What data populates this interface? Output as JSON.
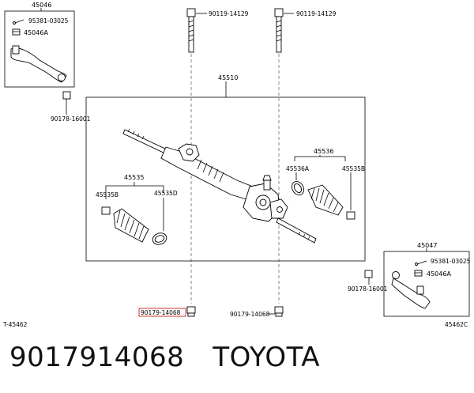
{
  "labels": {
    "p45046": "45046",
    "p95381_a": "95381-03025",
    "p45046a_a": "45046A",
    "p90119_l": "90119-14129",
    "p90119_r": "90119-14129",
    "p45510": "45510",
    "p90178_a": "90178-16001",
    "p45536": "45536",
    "p45536a": "45536A",
    "p45535b_r": "45535B",
    "p45535": "45535",
    "p45535b_l": "45535B",
    "p45535d": "45535D",
    "p45047": "45047",
    "p95381_b": "95381-03025",
    "p45046a_b": "45046A",
    "p90178_b": "90178-16001",
    "p90179_hl": "90179-14068",
    "p90179": "90179-14068",
    "ref_left": "T-45462",
    "ref_right": "45462C"
  },
  "caption": {
    "part_number": "9017914068",
    "brand": "TOYOTA"
  },
  "colors": {
    "highlight": "#d0342c",
    "ink": "#000000"
  }
}
